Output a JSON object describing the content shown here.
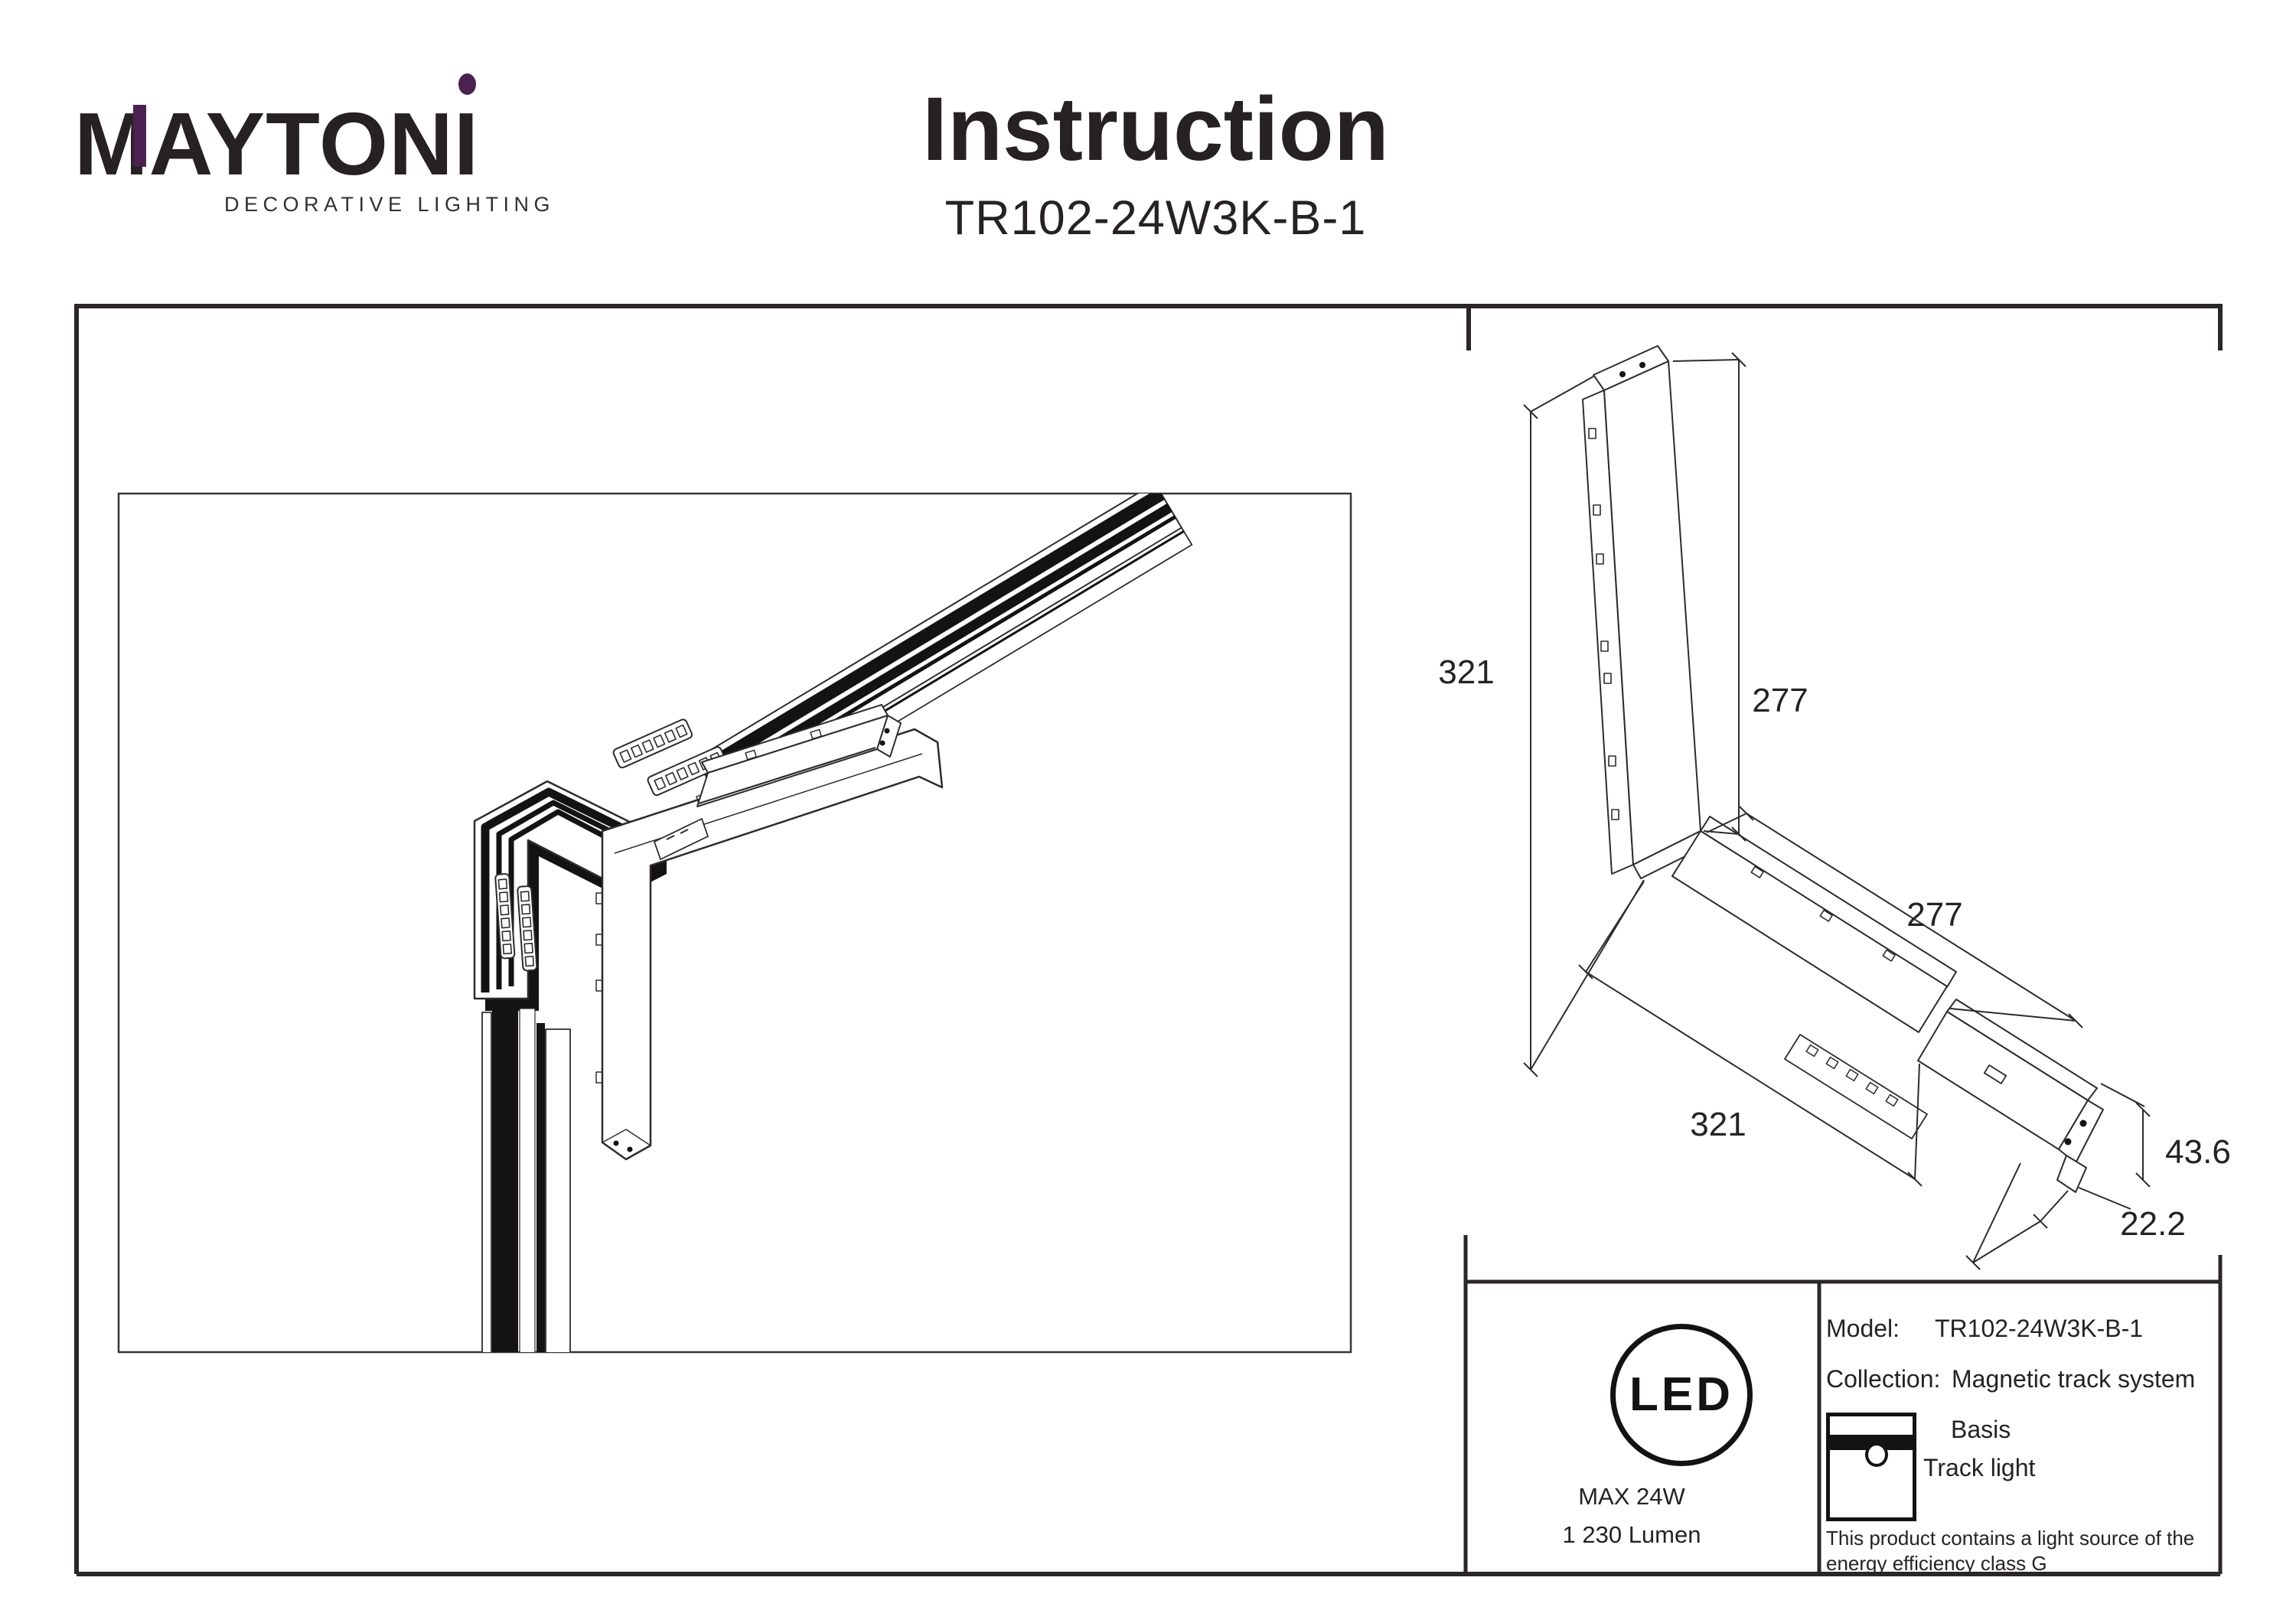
{
  "brand": {
    "m": "M",
    "mid": "AYTON",
    "i": "I",
    "tagline": "DECORATIVE LIGHTING"
  },
  "title": {
    "heading": "Instruction",
    "model": "TR102-24W3K-B-1"
  },
  "dimensions": {
    "vertical_outer": "321",
    "vertical_inner": "277",
    "horizontal_inner": "277",
    "horizontal_outer": "321",
    "module_height": "43.6",
    "module_width": "22.2"
  },
  "led_badge": {
    "label": "LED",
    "max_power": "MAX 24W",
    "flux": "1 230 Lumen"
  },
  "spec": {
    "model_label": "Model:",
    "model_value": "TR102-24W3K-B-1",
    "collection_label": "Collection:",
    "collection_value": "Magnetic track system",
    "collection_line2": "Basis",
    "icon_label": "Track light",
    "energy_note": "This product contains a light source of the\nenergy efficiency class G"
  },
  "colors": {
    "ink": "#262223",
    "accent_purple": "#4b2150"
  }
}
